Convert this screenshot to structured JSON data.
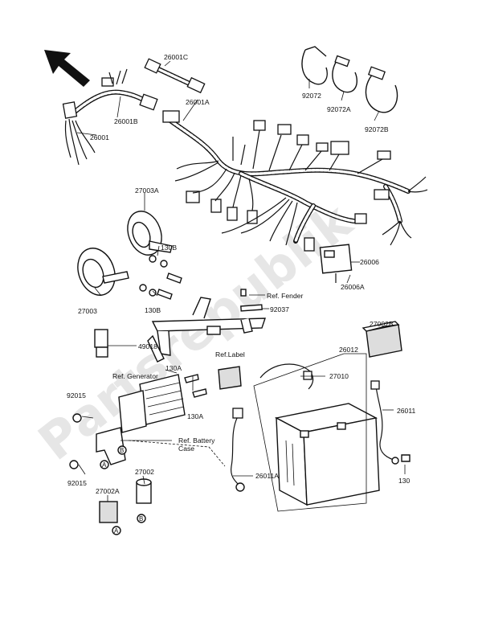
{
  "watermark": {
    "text": "Partsrepublik"
  },
  "refs": {
    "fender": "Ref. Fender",
    "label": "Ref.Label",
    "generator": "Ref. Generator",
    "battery_case_line1": "Ref. Battery",
    "battery_case_line2": "Case"
  },
  "markers": {
    "a": "A",
    "b": "B"
  },
  "parts": {
    "p26001": "26001",
    "p26001A": "26001A",
    "p26001B": "26001B",
    "p26001C": "26001C",
    "p92072": "92072",
    "p92072A": "92072A",
    "p92072B": "92072B",
    "p27003A": "27003A",
    "p130B_top": "130B",
    "p27003": "27003",
    "p130B_bottom": "130B",
    "p26006": "26006",
    "p26006A": "26006A",
    "p92037": "92037",
    "p27002B": "27002B",
    "p49018": "49018",
    "p26012": "26012",
    "p27010": "27010",
    "p130A_top": "130A",
    "p92015_top": "92015",
    "p130A_bottom": "130A",
    "p26011": "26011",
    "p26011A": "26011A",
    "p92015_bottom": "92015",
    "p27002": "27002",
    "p27002A": "27002A",
    "p130": "130"
  }
}
